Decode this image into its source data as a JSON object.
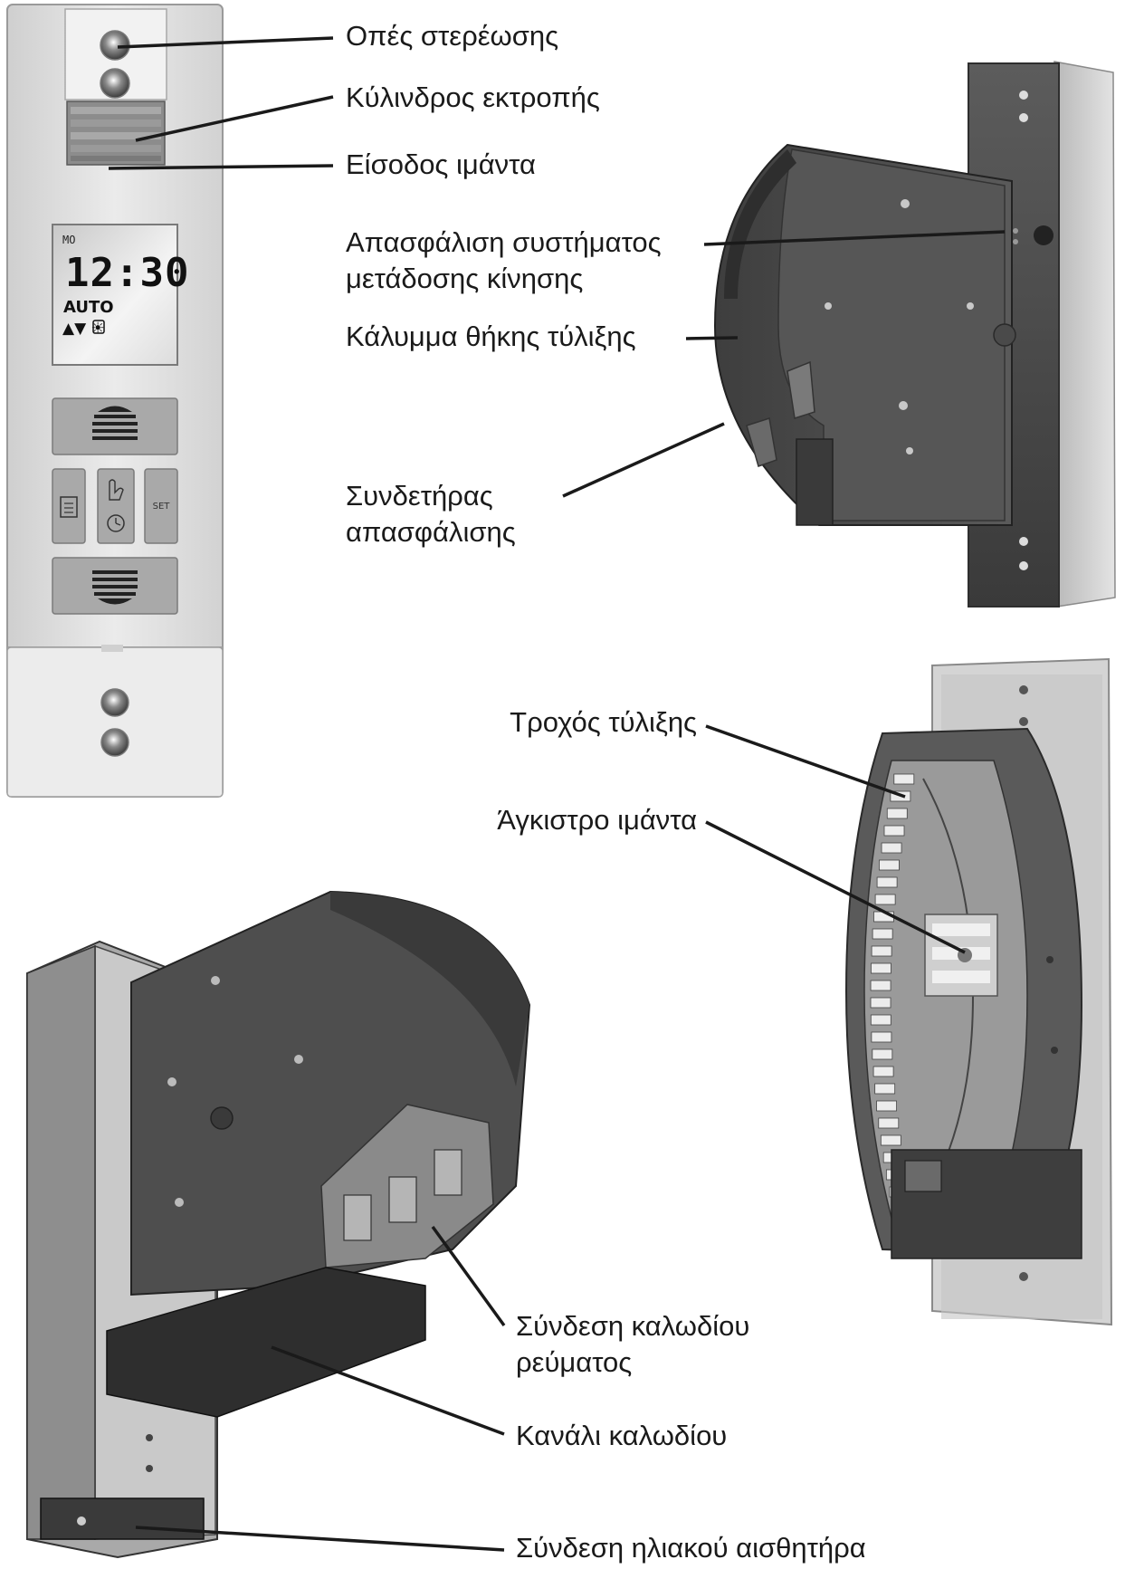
{
  "display": {
    "day": "MO",
    "time": "12:30",
    "mode": "AUTO",
    "symbols": "▲▼ ☀",
    "set_label": "SET"
  },
  "labels": {
    "mounting_holes": "Οπές στερέωσης",
    "deflection_roller": "Κύλινδρος εκτροπής",
    "belt_entry": "Είσοδος ιμάντα",
    "drive_lock_line1": "Απασφάλιση συστήματος",
    "drive_lock_line2": "μετάδοσης κίνησης",
    "winding_cover": "Κάλυμμα θήκης τύλιξης",
    "release_clip_line1": "Συνδετήρας",
    "release_clip_line2": "απασφάλισης",
    "winding_wheel": "Τροχός τύλιξης",
    "belt_hook": "Άγκιστρο ιμάντα",
    "power_conn_line1": "Σύνδεση καλωδίου",
    "power_conn_line2": "ρεύματος",
    "cable_channel": "Κανάλι καλωδίου",
    "solar_sensor": "Σύνδεση ηλιακού αισθητήρα"
  },
  "colors": {
    "housing_light": "#e6e6e6",
    "housing_mid": "#bdbdbd",
    "housing_dark": "#4a4a4a",
    "leader": "#1a1a1a"
  }
}
